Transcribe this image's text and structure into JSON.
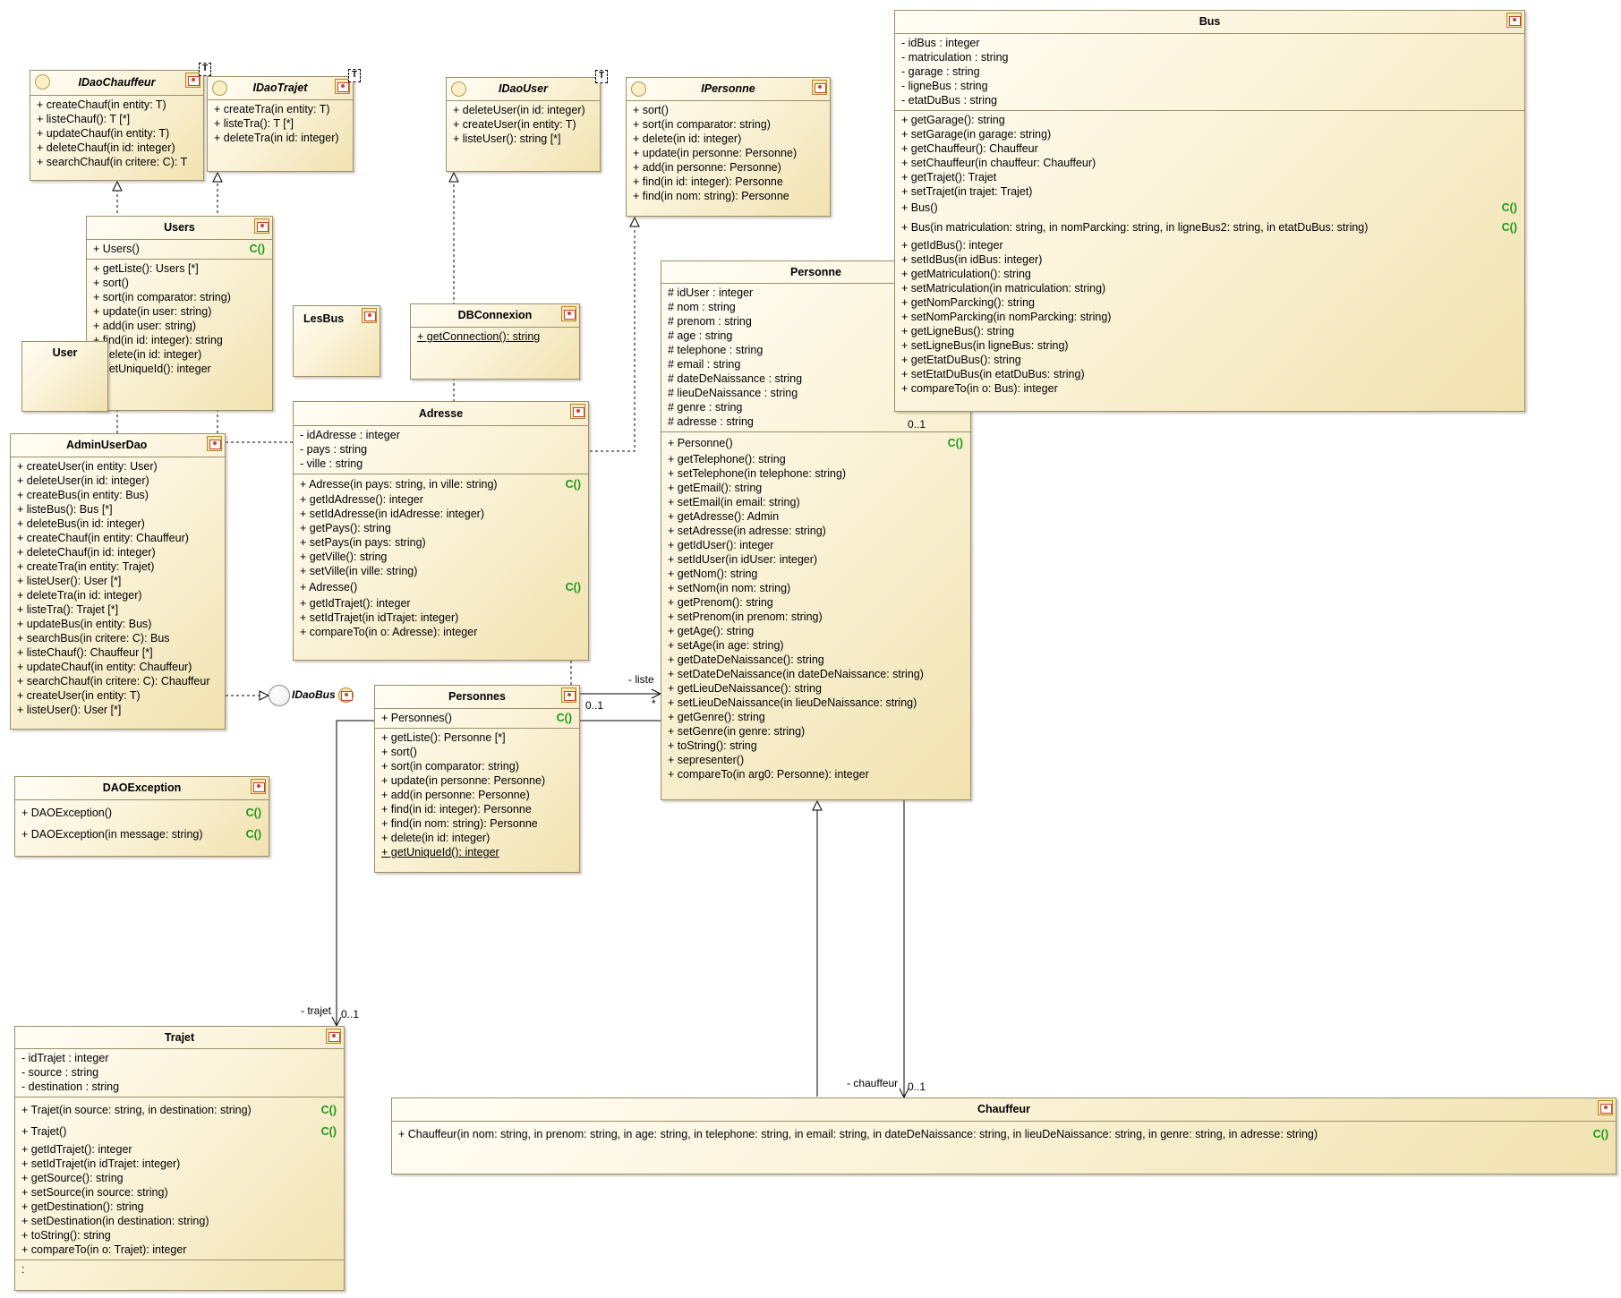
{
  "classes": {
    "idaochauffeur": {
      "name": "IDaoChauffeur",
      "template": "T",
      "methods": [
        "+ createChauf(in entity: T)",
        "+ listeChauf(): T [*]",
        "+ updateChauf(in entity: T)",
        "+ deleteChauf(in id: integer)",
        "+ searchChauf(in critere: C): T"
      ]
    },
    "idaotrajet": {
      "name": "IDaoTrajet",
      "template": "T",
      "methods": [
        "+ createTra(in entity: T)",
        "+ listeTra(): T [*]",
        "+ deleteTra(in id: integer)"
      ]
    },
    "idaouser": {
      "name": "IDaoUser",
      "template": "T",
      "methods": [
        "+ deleteUser(in id: integer)",
        "+ createUser(in entity: T)",
        "+ listeUser(): string [*]"
      ]
    },
    "ipersonne": {
      "name": "IPersonne",
      "methods": [
        "+ sort()",
        "+ sort(in comparator: string)",
        "+ delete(in id: integer)",
        "+ update(in personne: Personne)",
        "+ add(in personne: Personne)",
        "+ find(in id: integer): Personne",
        "+ find(in nom: string): Personne"
      ]
    },
    "users": {
      "name": "Users",
      "ctors": [
        {
          "sig": "+ Users()",
          "tag": "C()"
        }
      ],
      "methods": [
        "+ getListe(): Users [*]",
        "+ sort()",
        "+ sort(in comparator: string)",
        "+ update(in user: string)",
        "+ add(in user: string)",
        "+ find(in id: integer): string",
        "+ delete(in id: integer)",
        "+ getUniqueId(): integer"
      ]
    },
    "user": {
      "name": "User"
    },
    "lesbus": {
      "name": "LesBus"
    },
    "dbconnexion": {
      "name": "DBConnexion",
      "methods": [
        "+ getConnection(): string"
      ]
    },
    "adresse": {
      "name": "Adresse",
      "attrs": [
        "- idAdresse : integer",
        "- pays : string",
        "- ville : string"
      ],
      "ctor1": {
        "sig": "+ Adresse(in pays: string, in ville: string)",
        "tag": "C()"
      },
      "methods1": [
        "+ getIdAdresse(): integer",
        "+ setIdAdresse(in idAdresse: integer)",
        "+ getPays(): string",
        "+ setPays(in pays: string)",
        "+ getVille(): string",
        "+ setVille(in ville: string)"
      ],
      "ctor2": {
        "sig": "+ Adresse()",
        "tag": "C()"
      },
      "methods2": [
        "+ getIdTrajet(): integer",
        "+ setIdTrajet(in idTrajet: integer)",
        "+ compareTo(in o: Adresse): integer"
      ]
    },
    "adminuserdao": {
      "name": "AdminUserDao",
      "methods": [
        "+ createUser(in entity: User)",
        "+ deleteUser(in id: integer)",
        "+ createBus(in entity: Bus)",
        "+ listeBus(): Bus [*]",
        "+ deleteBus(in id: integer)",
        "+ createChauf(in entity: Chauffeur)",
        "+ deleteChauf(in id: integer)",
        "+ createTra(in entity: Trajet)",
        "+ listeUser(): User [*]",
        "+ deleteTra(in id: integer)",
        "+ listeTra(): Trajet [*]",
        "+ updateBus(in entity: Bus)",
        "+ searchBus(in critere: C): Bus",
        "+ listeChauf(): Chauffeur [*]",
        "+ updateChauf(in entity: Chauffeur)",
        "+ searchChauf(in critere: C): Chauffeur",
        "+ createUser(in entity: T)",
        "+ listeUser(): User [*]"
      ]
    },
    "personnes": {
      "name": "Personnes",
      "ctors": [
        {
          "sig": "+ Personnes()",
          "tag": "C()"
        }
      ],
      "methods": [
        "+ getListe(): Personne [*]",
        "+ sort()",
        "+ sort(in comparator: string)",
        "+ update(in personne: Personne)",
        "+ add(in personne: Personne)",
        "+ find(in id: integer): Personne",
        "+ find(in nom: string): Personne",
        "+ delete(in id: integer)",
        "+ getUniqueId(): integer"
      ]
    },
    "daoexception": {
      "name": "DAOException",
      "ctors": [
        {
          "sig": "+ DAOException()",
          "tag": "C()"
        },
        {
          "sig": "+ DAOException(in message: string)",
          "tag": "C()"
        }
      ]
    },
    "personne": {
      "name": "Personne",
      "attrs": [
        "# idUser : integer",
        "# nom : string",
        "# prenom : string",
        "# age : string",
        "# telephone : string",
        "# email : string",
        "# dateDeNaissance : string",
        "# lieuDeNaissance : string",
        "# genre : string",
        "# adresse : string"
      ],
      "ctors": [
        {
          "sig": "+ Personne()",
          "tag": "C()"
        }
      ],
      "methods": [
        "+ getTelephone(): string",
        "+ setTelephone(in telephone: string)",
        "+ getEmail(): string",
        "+ setEmail(in email: string)",
        "+ getAdresse(): Admin",
        "+ setAdresse(in adresse: string)",
        "+ getIdUser(): integer",
        "+ setIdUser(in idUser: integer)",
        "+ getNom(): string",
        "+ setNom(in nom: string)",
        "+ getPrenom(): string",
        "+ setPrenom(in prenom: string)",
        "+ getAge(): string",
        "+ setAge(in age: string)",
        "+ getDateDeNaissance(): string",
        "+ setDateDeNaissance(in dateDeNaissance: string)",
        "+ getLieuDeNaissance(): string",
        "+ setLieuDeNaissance(in lieuDeNaissance: string)",
        "+ getGenre(): string",
        "+ setGenre(in genre: string)",
        "+ toString(): string",
        "+ sepresenter()",
        "+ compareTo(in arg0: Personne): integer"
      ]
    },
    "bus": {
      "name": "Bus",
      "attrs": [
        "- idBus : integer",
        "- matriculation : string",
        "- garage : string",
        "- ligneBus : string",
        "- etatDuBus : string"
      ],
      "methods1": [
        "+ getGarage(): string",
        "+ setGarage(in garage: string)",
        "+ getChauffeur(): Chauffeur",
        "+ setChauffeur(in chauffeur: Chauffeur)",
        "+ getTrajet(): Trajet",
        "+ setTrajet(in trajet: Trajet)"
      ],
      "ctor1": {
        "sig": "+ Bus()",
        "tag": "C()"
      },
      "ctor2": {
        "sig": "+ Bus(in matriculation: string, in nomParcking: string, in ligneBus2: string, in etatDuBus: string)",
        "tag": "C()"
      },
      "methods2": [
        "+ getIdBus(): integer",
        "+ setIdBus(in idBus: integer)",
        "+ getMatriculation(): string",
        "+ setMatriculation(in matriculation: string)",
        "+ getNomParcking(): string",
        "+ setNomParcking(in nomParcking: string)",
        "+ getLigneBus(): string",
        "+ setLigneBus(in ligneBus: string)",
        "+ getEtatDuBus(): string",
        "+ setEtatDuBus(in etatDuBus: string)",
        "+ compareTo(in o: Bus): integer"
      ]
    },
    "trajet": {
      "name": "Trajet",
      "attrs": [
        "- idTrajet : integer",
        "- source : string",
        "- destination : string"
      ],
      "ctors": [
        {
          "sig": "+ Trajet(in source: string, in destination: string)",
          "tag": "C()"
        },
        {
          "sig": "+ Trajet()",
          "tag": "C()"
        }
      ],
      "methods": [
        "+ getIdTrajet(): integer",
        "+ setIdTrajet(in idTrajet: integer)",
        "+ getSource(): string",
        "+ setSource(in source: string)",
        "+ getDestination(): string",
        "+ setDestination(in destination: string)",
        "+ toString(): string",
        "+ compareTo(in o: Trajet): integer"
      ],
      "extra": ":"
    },
    "chauffeur": {
      "name": "Chauffeur",
      "ctors": [
        {
          "sig": "+ Chauffeur(in nom: string, in prenom: string, in age: string, in telephone: string, in email: string, in dateDeNaissance: string, in lieuDeNaissance: string, in genre: string, in adresse: string)",
          "tag": "C()"
        }
      ]
    }
  },
  "interfaces": {
    "idaobus": "IDaoBus"
  },
  "labels": {
    "liste_role": "- liste",
    "liste_src_mult": "0..1",
    "liste_dst_mult": "*",
    "trajet_role": "- trajet",
    "trajet_mult": "0..1",
    "chauffeur_role": "- chauffeur",
    "chauffeur_mult": "0..1",
    "bus_mult": "0..1"
  }
}
